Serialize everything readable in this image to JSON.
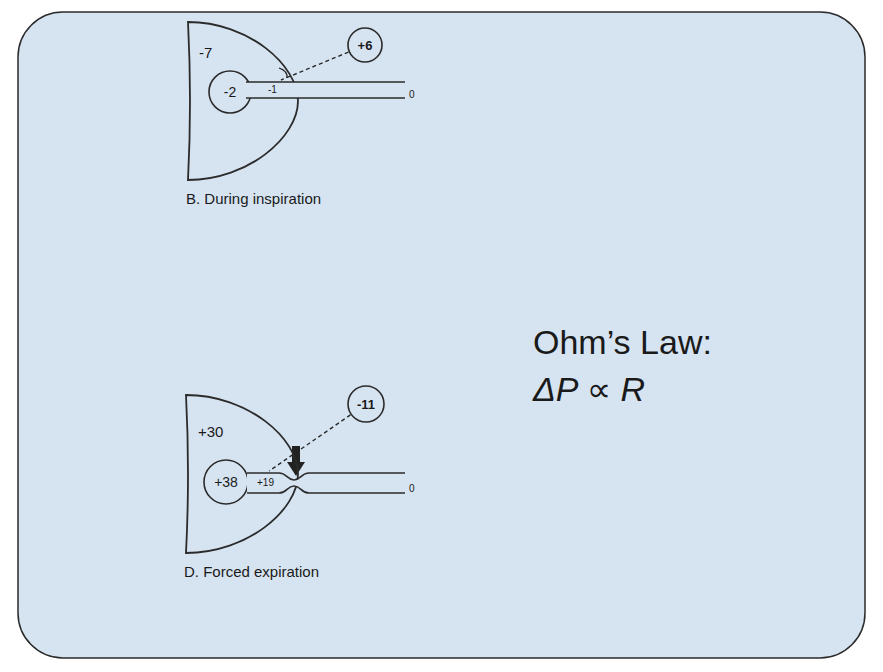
{
  "diagram": {
    "nodes": [
      {
        "text": [
          "-7"
        ]
      },
      {
        "text": [
          "-2"
        ],
        "in": 0
      },
      {
        "text": [
          "-1"
        ],
        "in": 0
      },
      {
        "text": [
          "+6"
        ]
      },
      {
        "text": [
          "+30"
        ]
      },
      {
        "text": [
          "+38"
        ],
        "in": 4
      },
      {
        "text": [
          "+19"
        ],
        "in": 4
      },
      {
        "text": [
          "-11"
        ]
      }
    ],
    "edges": [
      {
        "from": 3,
        "to": 2,
        "arrow": "none"
      },
      {
        "from": 7,
        "to": 6,
        "arrow": "none"
      }
    ],
    "labels": [
      "0",
      "B. During inspiration",
      "0",
      "D. Forced expiration",
      "Ohm’s Law:",
      "ΔP ∝ R"
    ]
  }
}
